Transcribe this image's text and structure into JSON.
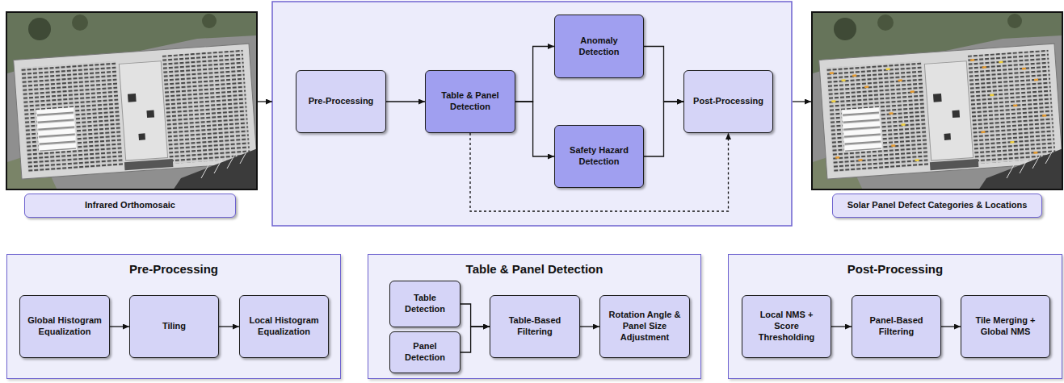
{
  "diagram": {
    "nodes": [
      {
        "text": [
          "Infrared Orthomosaic"
        ]
      },
      {
        "text": [
          "Pre-Processing"
        ]
      },
      {
        "text": [
          "Table & Panel Detection"
        ]
      },
      {
        "text": [
          "Anomaly Detection"
        ]
      },
      {
        "text": [
          "Safety Hazard Detection"
        ]
      },
      {
        "text": [
          "Post-Processing"
        ]
      },
      {
        "text": [
          "Solar Panel Defect Categories & Locations"
        ]
      },
      {
        "text": [
          "Pre-Processing"
        ]
      },
      {
        "text": [
          "Global Histogram Equalization"
        ],
        "in": 7
      },
      {
        "text": [
          "Tiling"
        ],
        "in": 7
      },
      {
        "text": [
          "Local Histogram Equalization"
        ],
        "in": 7
      },
      {
        "text": [
          "Table & Panel Detection"
        ]
      },
      {
        "text": [
          "Table Detection"
        ],
        "in": 11
      },
      {
        "text": [
          "Panel Detection"
        ],
        "in": 11
      },
      {
        "text": [
          "Table-Based Filtering"
        ],
        "in": 11
      },
      {
        "text": [
          "Rotation Angle & Panel Size Adjustment"
        ],
        "in": 11
      },
      {
        "text": [
          "Post-Processing"
        ]
      },
      {
        "text": [
          "Local NMS + Score Thresholding"
        ],
        "in": 16
      },
      {
        "text": [
          "Panel-Based Filtering"
        ],
        "in": 16
      },
      {
        "text": [
          "Tile Merging + Global NMS"
        ],
        "in": 16
      }
    ],
    "edges": [
      {
        "from": 1,
        "to": 2,
        "arrow": "to"
      },
      {
        "from": 2,
        "to": 3,
        "arrow": "to"
      },
      {
        "from": 2,
        "to": 4,
        "arrow": "to"
      },
      {
        "from": 3,
        "to": 5,
        "arrow": "to"
      },
      {
        "from": 4,
        "to": 5,
        "arrow": "to"
      },
      {
        "from": 2,
        "to": 5,
        "arrow": "to"
      },
      {
        "from": 8,
        "to": 9,
        "arrow": "to"
      },
      {
        "from": 9,
        "to": 10,
        "arrow": "to"
      },
      {
        "from": 12,
        "to": 14,
        "arrow": "to"
      },
      {
        "from": 13,
        "to": 14,
        "arrow": "to"
      },
      {
        "from": 14,
        "to": 15,
        "arrow": "to"
      },
      {
        "from": 17,
        "to": 18,
        "arrow": "to"
      },
      {
        "from": 18,
        "to": 19,
        "arrow": "to"
      }
    ]
  }
}
